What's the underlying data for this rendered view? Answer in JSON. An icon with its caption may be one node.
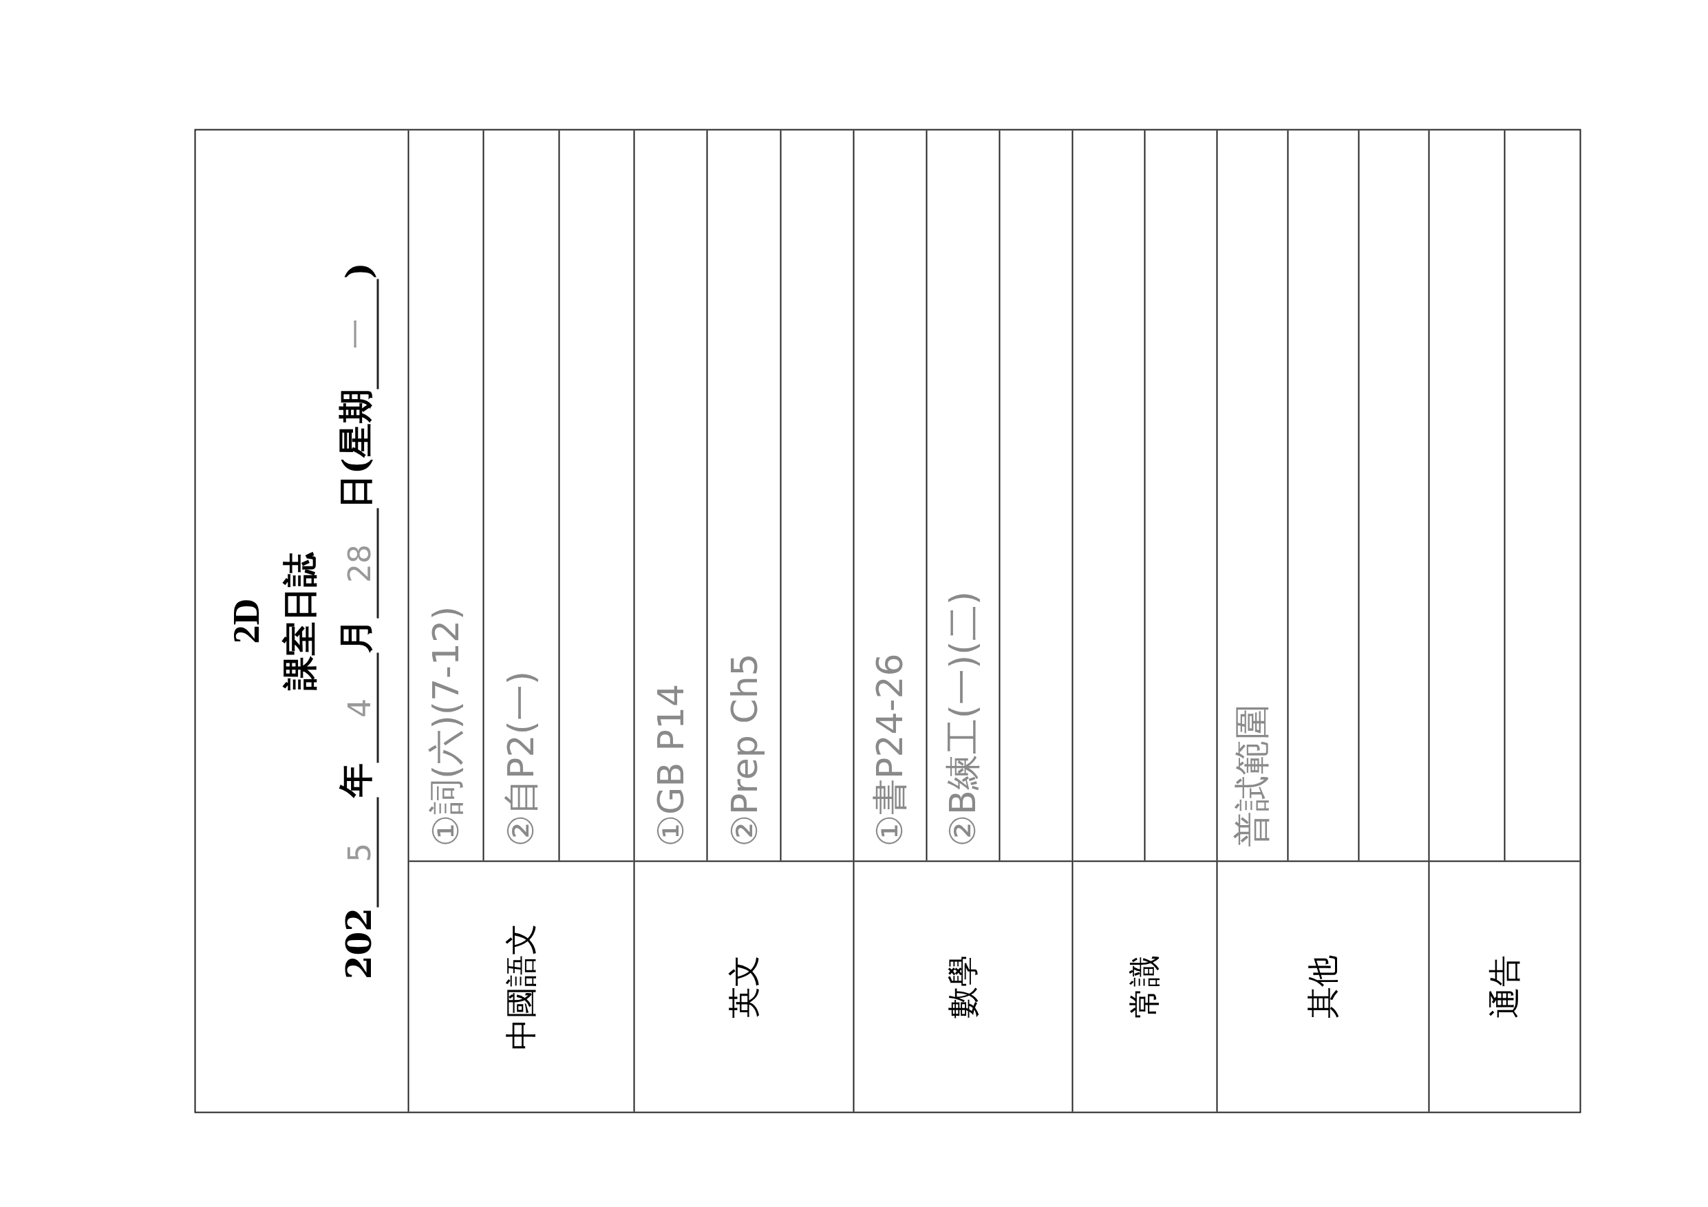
{
  "diagram": {
    "labels": [
      "2D",
      "課室日誌",
      "202",
      "5",
      "年",
      "4",
      "月",
      "28",
      "日(星期",
      "一",
      ")",
      "中國語文",
      "①詞(六)(7-12)",
      "②自P2(一)",
      "英文",
      "①GB P14",
      "②Prep Ch5",
      "數學",
      "①書P24-26",
      "②B練工(一)(二)",
      "常識",
      "其他",
      "普試範圍",
      "通告"
    ]
  }
}
